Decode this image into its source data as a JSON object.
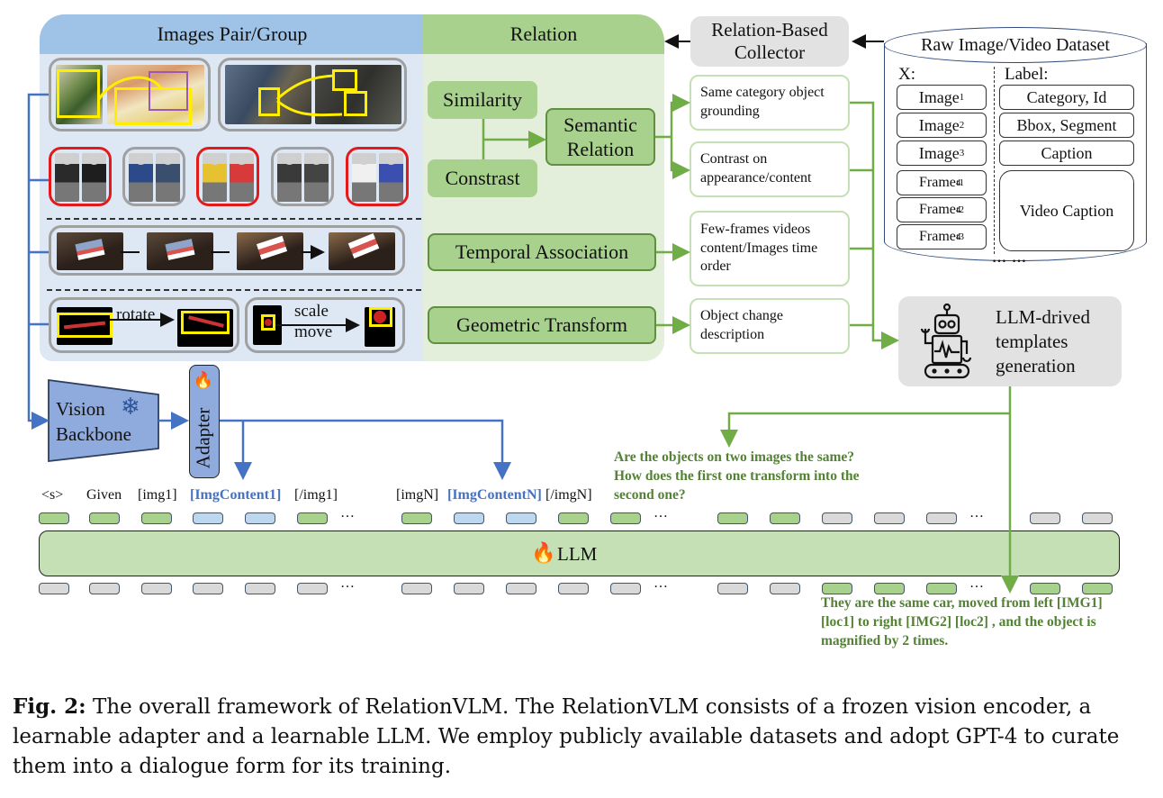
{
  "figure": {
    "left_panel": {
      "header": "Images Pair/Group",
      "transform_labels": {
        "rotate": "rotate",
        "scale": "scale",
        "move": "move"
      }
    },
    "relation_panel": {
      "header": "Relation",
      "similarity": "Similarity",
      "contrast": "Constrast",
      "semantic_relation": "Semantic Relation",
      "temporal_association": "Temporal Association",
      "geometric_transform": "Geometric Transform"
    },
    "collector": {
      "label": "Relation-Based Collector"
    },
    "descriptions": [
      "Same category object grounding",
      "Contrast on appearance/content",
      "Few-frames videos content/Images time order",
      "Object change description"
    ],
    "dataset": {
      "title": "Raw Image/Video Dataset",
      "x_label": "X:",
      "label_label": "Label:",
      "inputs": [
        {
          "base": "Image",
          "sub": "1",
          "sup": ""
        },
        {
          "base": "Image",
          "sub": "2",
          "sup": ""
        },
        {
          "base": "Image",
          "sub": "3",
          "sup": ""
        },
        {
          "base": "Frame",
          "sub": "4",
          "sup": "t1"
        },
        {
          "base": "Frame",
          "sub": "4",
          "sup": "t2"
        },
        {
          "base": "Frame",
          "sub": "4",
          "sup": "t3"
        }
      ],
      "labels": [
        "Category, Id",
        "Bbox, Segment",
        "Caption",
        "Video Caption"
      ],
      "ellipsis": "… …"
    },
    "llm_templates": {
      "label": "LLM-drived templates generation",
      "icon": "robot-icon"
    },
    "vision_backbone": {
      "label": "Vision Backbone",
      "icon": "snowflake-icon",
      "state": "frozen"
    },
    "adapter": {
      "label": "Adapter",
      "icon": "flame-icon",
      "state": "learnable"
    },
    "token_labels": {
      "s": "<s>",
      "given": "Given",
      "img1_open": "[img1]",
      "img1_content": "[ImgContent1]",
      "img1_close": "[/img1]",
      "imgN_open": "[imgN]",
      "imgN_content": "[ImgContentN]",
      "imgN_close": "[/imgN]",
      "ellipsis": "…"
    },
    "question": "Are the objects on two images the same? How does the first one transform into the second one?",
    "answer": "They are the same car, moved from left [IMG1] [loc1] to right [IMG2] [loc2] , and the object is magnified by 2 times.",
    "llm": {
      "label": "LLM",
      "icon": "flame-icon"
    },
    "input_tokens": [
      "g",
      "g",
      "g",
      "b",
      "b",
      "g",
      "...",
      "g",
      "b",
      "b",
      "g",
      "g",
      "...",
      "g",
      "g",
      "n",
      "n",
      "n",
      "...",
      "n",
      "n"
    ],
    "output_tokens": [
      "n",
      "n",
      "n",
      "n",
      "n",
      "n",
      "...",
      "n",
      "n",
      "n",
      "n",
      "n",
      "...",
      "n",
      "n",
      "g",
      "g",
      "g",
      "...",
      "g",
      "g"
    ],
    "colors": {
      "image_panel": "#dde8f4",
      "image_header": "#9fc3e6",
      "relation_panel": "#e3efdb",
      "relation_header": "#a9d18e",
      "green_arrow": "#70ad47",
      "blue_arrow": "#4472c4",
      "pair_positive_border": "#e31a1a",
      "pair_negative_border": "#a0a0a0",
      "llm_bar": "#c5e0b4",
      "text_green": "#548235"
    }
  },
  "caption": {
    "label": "Fig. 2:",
    "text": " The overall framework of RelationVLM. The RelationVLM consists of a frozen vision encoder, a learnable adapter and a learnable LLM. We employ publicly available datasets and adopt GPT-4 to curate them into a dialogue form for its training."
  }
}
